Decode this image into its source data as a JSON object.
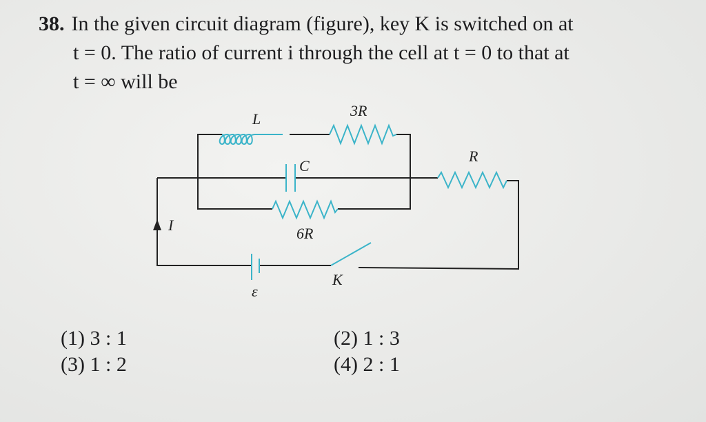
{
  "question": {
    "number": "38.",
    "lines": [
      "In the given circuit diagram (figure), key K is switched on at",
      "t = 0. The ratio of current i through the cell at t = 0 to that at",
      "t = ∞ will be"
    ]
  },
  "circuit": {
    "labels": {
      "inductor": "L",
      "resistor_top": "3R",
      "capacitor": "C",
      "resistor_right": "R",
      "resistor_bottom": "6R",
      "current": "I",
      "cell": "ε",
      "key": "K"
    },
    "component_color": "#3bb4c9"
  },
  "options": [
    {
      "label": "(1) 3 : 1"
    },
    {
      "label": "(2) 1 : 3"
    },
    {
      "label": "(3) 1 : 2"
    },
    {
      "label": "(4) 2 : 1"
    }
  ]
}
